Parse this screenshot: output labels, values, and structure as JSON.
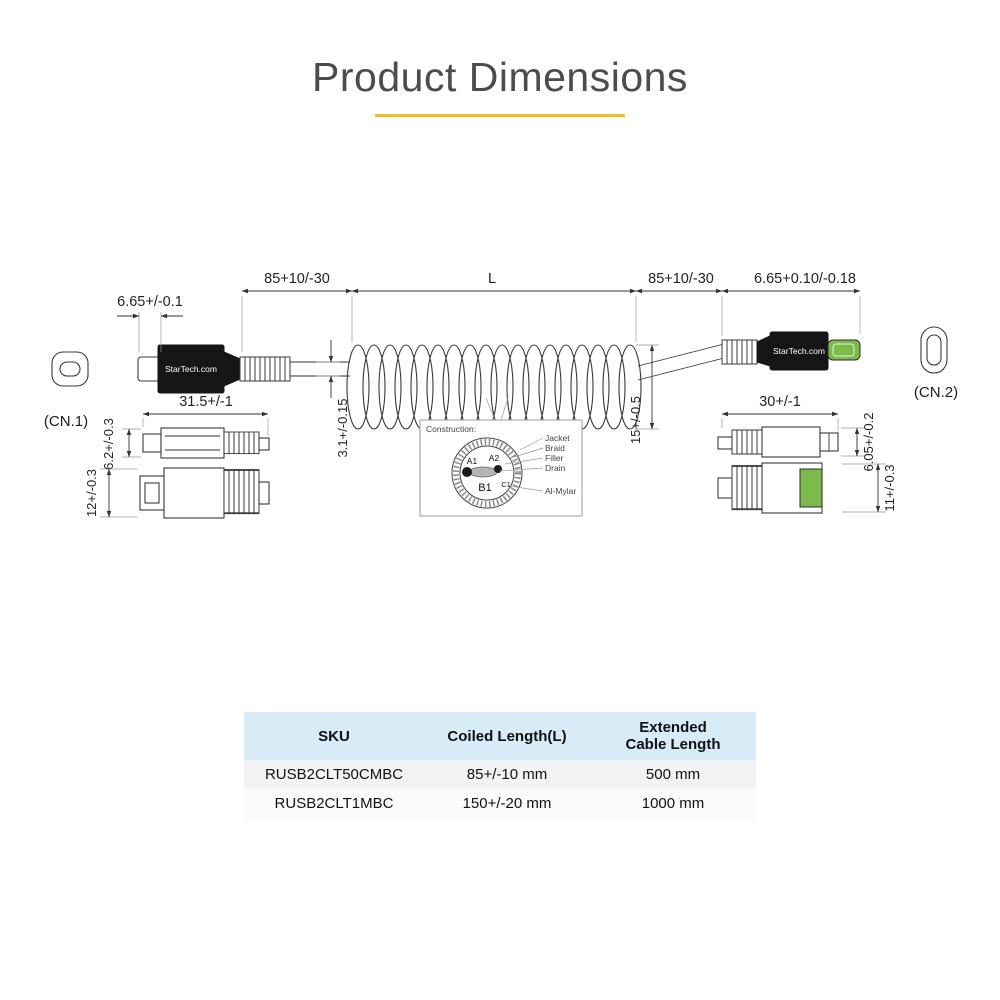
{
  "page": {
    "title": "Product Dimensions"
  },
  "drawing": {
    "connector_left_label": "(CN.1)",
    "connector_right_label": "(CN.2)",
    "brand": "StarTech.com",
    "dims": {
      "left_plug_width": "6.65+/-0.1",
      "left_coil_tail": "85+10/-30",
      "coiled_length": "L",
      "right_coil_tail": "85+10/-30",
      "right_plug_width": "6.65+0.10/-0.18",
      "cable_od": "3.1+/-0.15",
      "coil_od": "15+/-0.5",
      "left_housing_length": "31.5+/-1",
      "left_housing_height": "6.2+/-0.3",
      "left_housing_width": "12+/-0.3",
      "right_housing_length": "30+/-1",
      "right_housing_height": "6.05+/-0.2",
      "right_housing_width": "11+/-0.3"
    },
    "construction": {
      "title": "Construction:",
      "conductors": {
        "a1": "A1",
        "a2": "A2",
        "b1": "B1",
        "c1": "C1"
      },
      "layers": {
        "jacket": "Jacket",
        "braid": "Braid",
        "filler": "Filler",
        "drain": "Drain",
        "al_mylar": "Al-Mylar"
      }
    }
  },
  "table": {
    "headers": [
      "SKU",
      "Coiled Length(L)",
      "Extended\nCable Length"
    ],
    "rows": [
      [
        "RUSB2CLT50CMBC",
        "85+/-10 mm",
        "500 mm"
      ],
      [
        "RUSB2CLT1MBC",
        "150+/-20 mm",
        "1000 mm"
      ]
    ]
  },
  "colors": {
    "accent_underline": "#f2c01c",
    "table_header_bg": "#d7ecf6",
    "lightning_tip": "#7bbb4a",
    "line": "#3a3a3a"
  }
}
